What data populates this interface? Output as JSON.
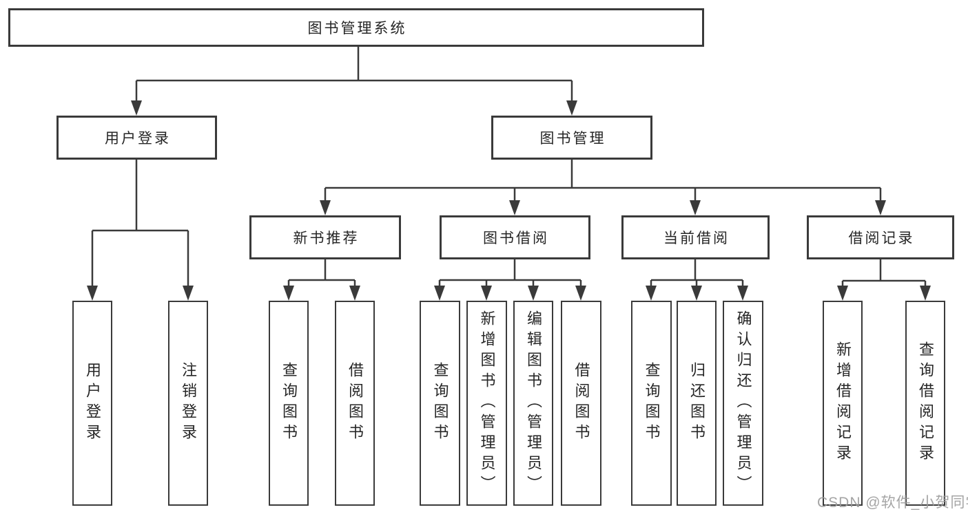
{
  "nodes": {
    "root": {
      "label": "图书管理系统"
    },
    "user_login": {
      "label": "用户登录"
    },
    "book_mgmt": {
      "label": "图书管理"
    },
    "new_book_rec": {
      "label": "新书推荐"
    },
    "book_borrow": {
      "label": "图书借阅"
    },
    "current_borrow": {
      "label": "当前借阅"
    },
    "borrow_records": {
      "label": "借阅记录"
    },
    "leaf_login": {
      "label": "用户登录"
    },
    "leaf_logout": {
      "label": "注销登录"
    },
    "leaf_rec_query": {
      "label": "查询图书"
    },
    "leaf_rec_borrow": {
      "label": "借阅图书"
    },
    "leaf_bb_query": {
      "label": "查询图书"
    },
    "leaf_bb_add": {
      "label": "新增图书（管理员）"
    },
    "leaf_bb_edit": {
      "label": "编辑图书（管理员）"
    },
    "leaf_bb_borrow": {
      "label": "借阅图书"
    },
    "leaf_cb_query": {
      "label": "查询图书"
    },
    "leaf_cb_return": {
      "label": "归还图书"
    },
    "leaf_cb_confirm": {
      "label": "确认归还（管理员）"
    },
    "leaf_br_add": {
      "label": "新增借阅记录"
    },
    "leaf_br_query": {
      "label": "查询借阅记录"
    }
  },
  "watermark": {
    "text": "CSDN @软件_小贺同学"
  },
  "colors": {
    "line": "#3a3a3a",
    "text": "#262626",
    "watermark": "#9b9b9b",
    "background": "#ffffff"
  }
}
